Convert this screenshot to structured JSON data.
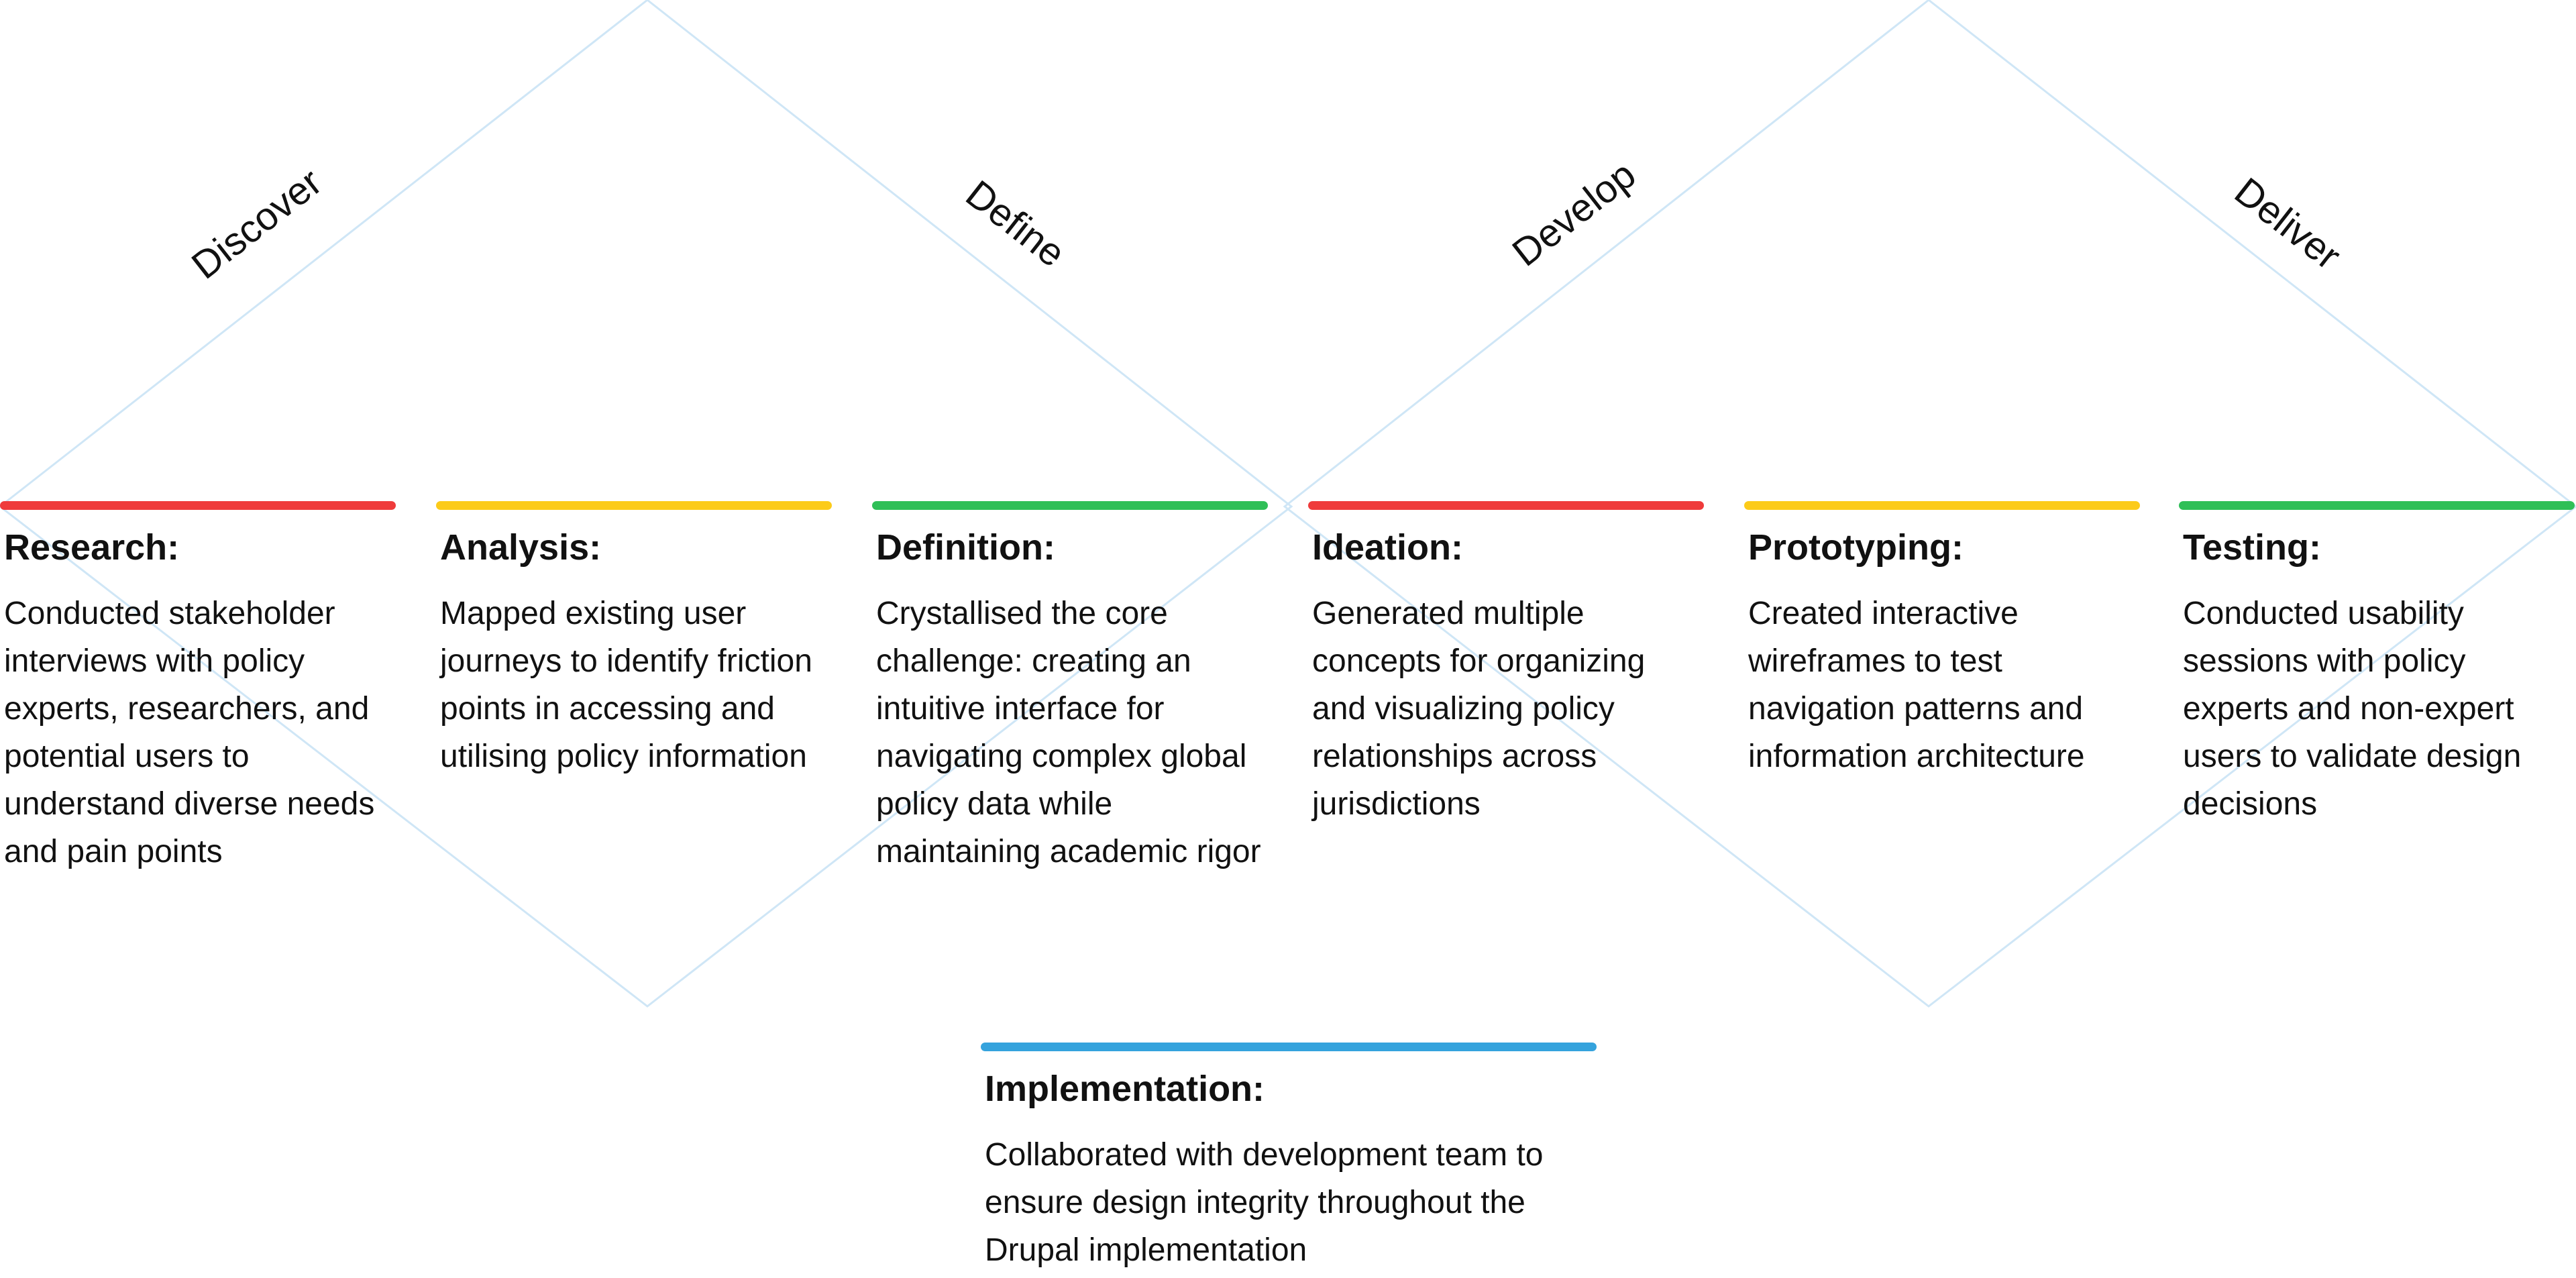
{
  "phases": {
    "discover": "Discover",
    "define": "Define",
    "develop": "Develop",
    "deliver": "Deliver"
  },
  "colors": {
    "red": "#ef3b3b",
    "yellow": "#fccb1a",
    "green": "#2fbf57",
    "blue": "#35a3dd",
    "diamond_line": "#cfe6f6"
  },
  "stages": {
    "research": {
      "title": "Research:",
      "description": "Conducted stakeholder interviews with policy experts, researchers, and potential users to understand diverse needs and pain points"
    },
    "analysis": {
      "title": "Analysis:",
      "description": "Mapped existing user journeys to identify friction points in accessing and utilising policy information"
    },
    "definition": {
      "title": "Definition:",
      "description": "Crystallised the core challenge: creating an intuitive interface for navigating complex global policy data while maintaining academic rigor"
    },
    "ideation": {
      "title": "Ideation:",
      "description": "Generated multiple concepts for organizing and visualizing policy relationships across jurisdictions"
    },
    "prototyping": {
      "title": "Prototyping:",
      "description": "Created interactive wireframes to test navigation patterns and information architecture"
    },
    "testing": {
      "title": "Testing:",
      "description": "Conducted usability sessions with policy experts and non-expert users to validate design decisions"
    },
    "implementation": {
      "title": "Implementation:",
      "description": "Collaborated with development team to ensure design integrity throughout the Drupal implementation"
    }
  }
}
